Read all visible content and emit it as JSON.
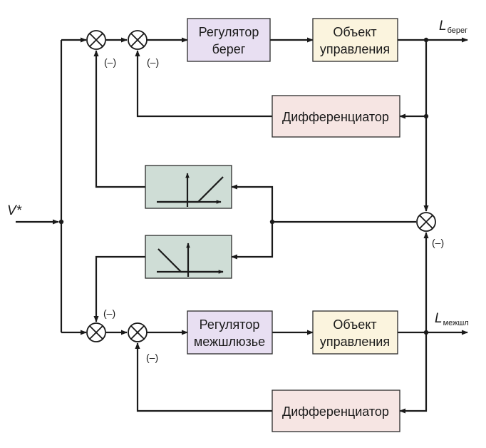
{
  "input": {
    "symbol": "V*"
  },
  "outputs": {
    "top": {
      "symbol": "L",
      "subscript": "берег"
    },
    "bottom": {
      "symbol": "L",
      "subscript": "межшл"
    }
  },
  "blocks": {
    "reg_top": [
      "Регулятор",
      "берег"
    ],
    "obj_top": [
      "Объект",
      "управления"
    ],
    "diff_top": "Дифференциатор",
    "reg_bottom": [
      "Регулятор",
      "межшлюзье"
    ],
    "obj_bottom": [
      "Объект",
      "управления"
    ],
    "diff_bottom": "Дифференциатор"
  },
  "signs": {
    "sum_top_1": "(–)",
    "sum_top_2": "(–)",
    "sum_right": "(–)",
    "sum_bottom_1": "(–)",
    "sum_bottom_2": "(–)"
  }
}
